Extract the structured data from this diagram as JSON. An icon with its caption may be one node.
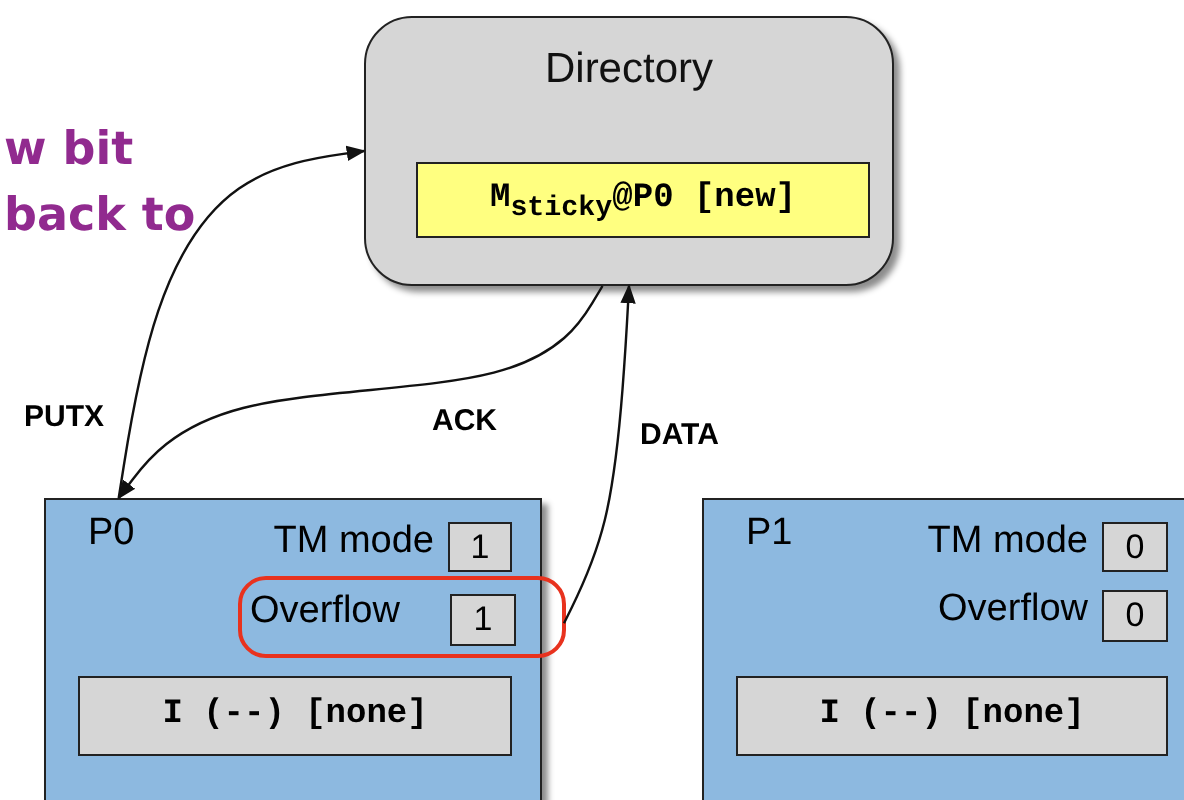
{
  "diagram": {
    "nodes": [
      {
        "text": [
          "Directory"
        ]
      },
      {
        "text": [
          "M$_{sticky}$@P0 [new]"
        ],
        "in": 0
      },
      {
        "text": [
          "P0"
        ]
      },
      {
        "text": [
          "1"
        ],
        "in": 2,
        "beside": [
          "TM mode"
        ]
      },
      {
        "text": [
          "Overflow"
        ],
        "in": 2
      },
      {
        "text": [
          "1"
        ],
        "in": 4
      },
      {
        "text": [
          "I (--) [none]"
        ],
        "in": 2
      },
      {
        "text": [
          "P1"
        ]
      },
      {
        "text": [
          "0"
        ],
        "in": 7,
        "beside": [
          "TM mode"
        ]
      },
      {
        "text": [
          "0"
        ],
        "in": 7,
        "beside": [
          "Overflow"
        ]
      },
      {
        "text": [
          "I (--) [none]"
        ],
        "in": 7
      }
    ],
    "edges": [
      {
        "from": 2,
        "to": 0,
        "arrow": "to",
        "label": "PUTX"
      },
      {
        "from": 0,
        "to": 2,
        "arrow": "to",
        "label": "ACK"
      },
      {
        "from": 4,
        "to": 0,
        "arrow": "to",
        "label": "DATA"
      }
    ],
    "labels": [
      "w bit",
      "back to"
    ]
  }
}
